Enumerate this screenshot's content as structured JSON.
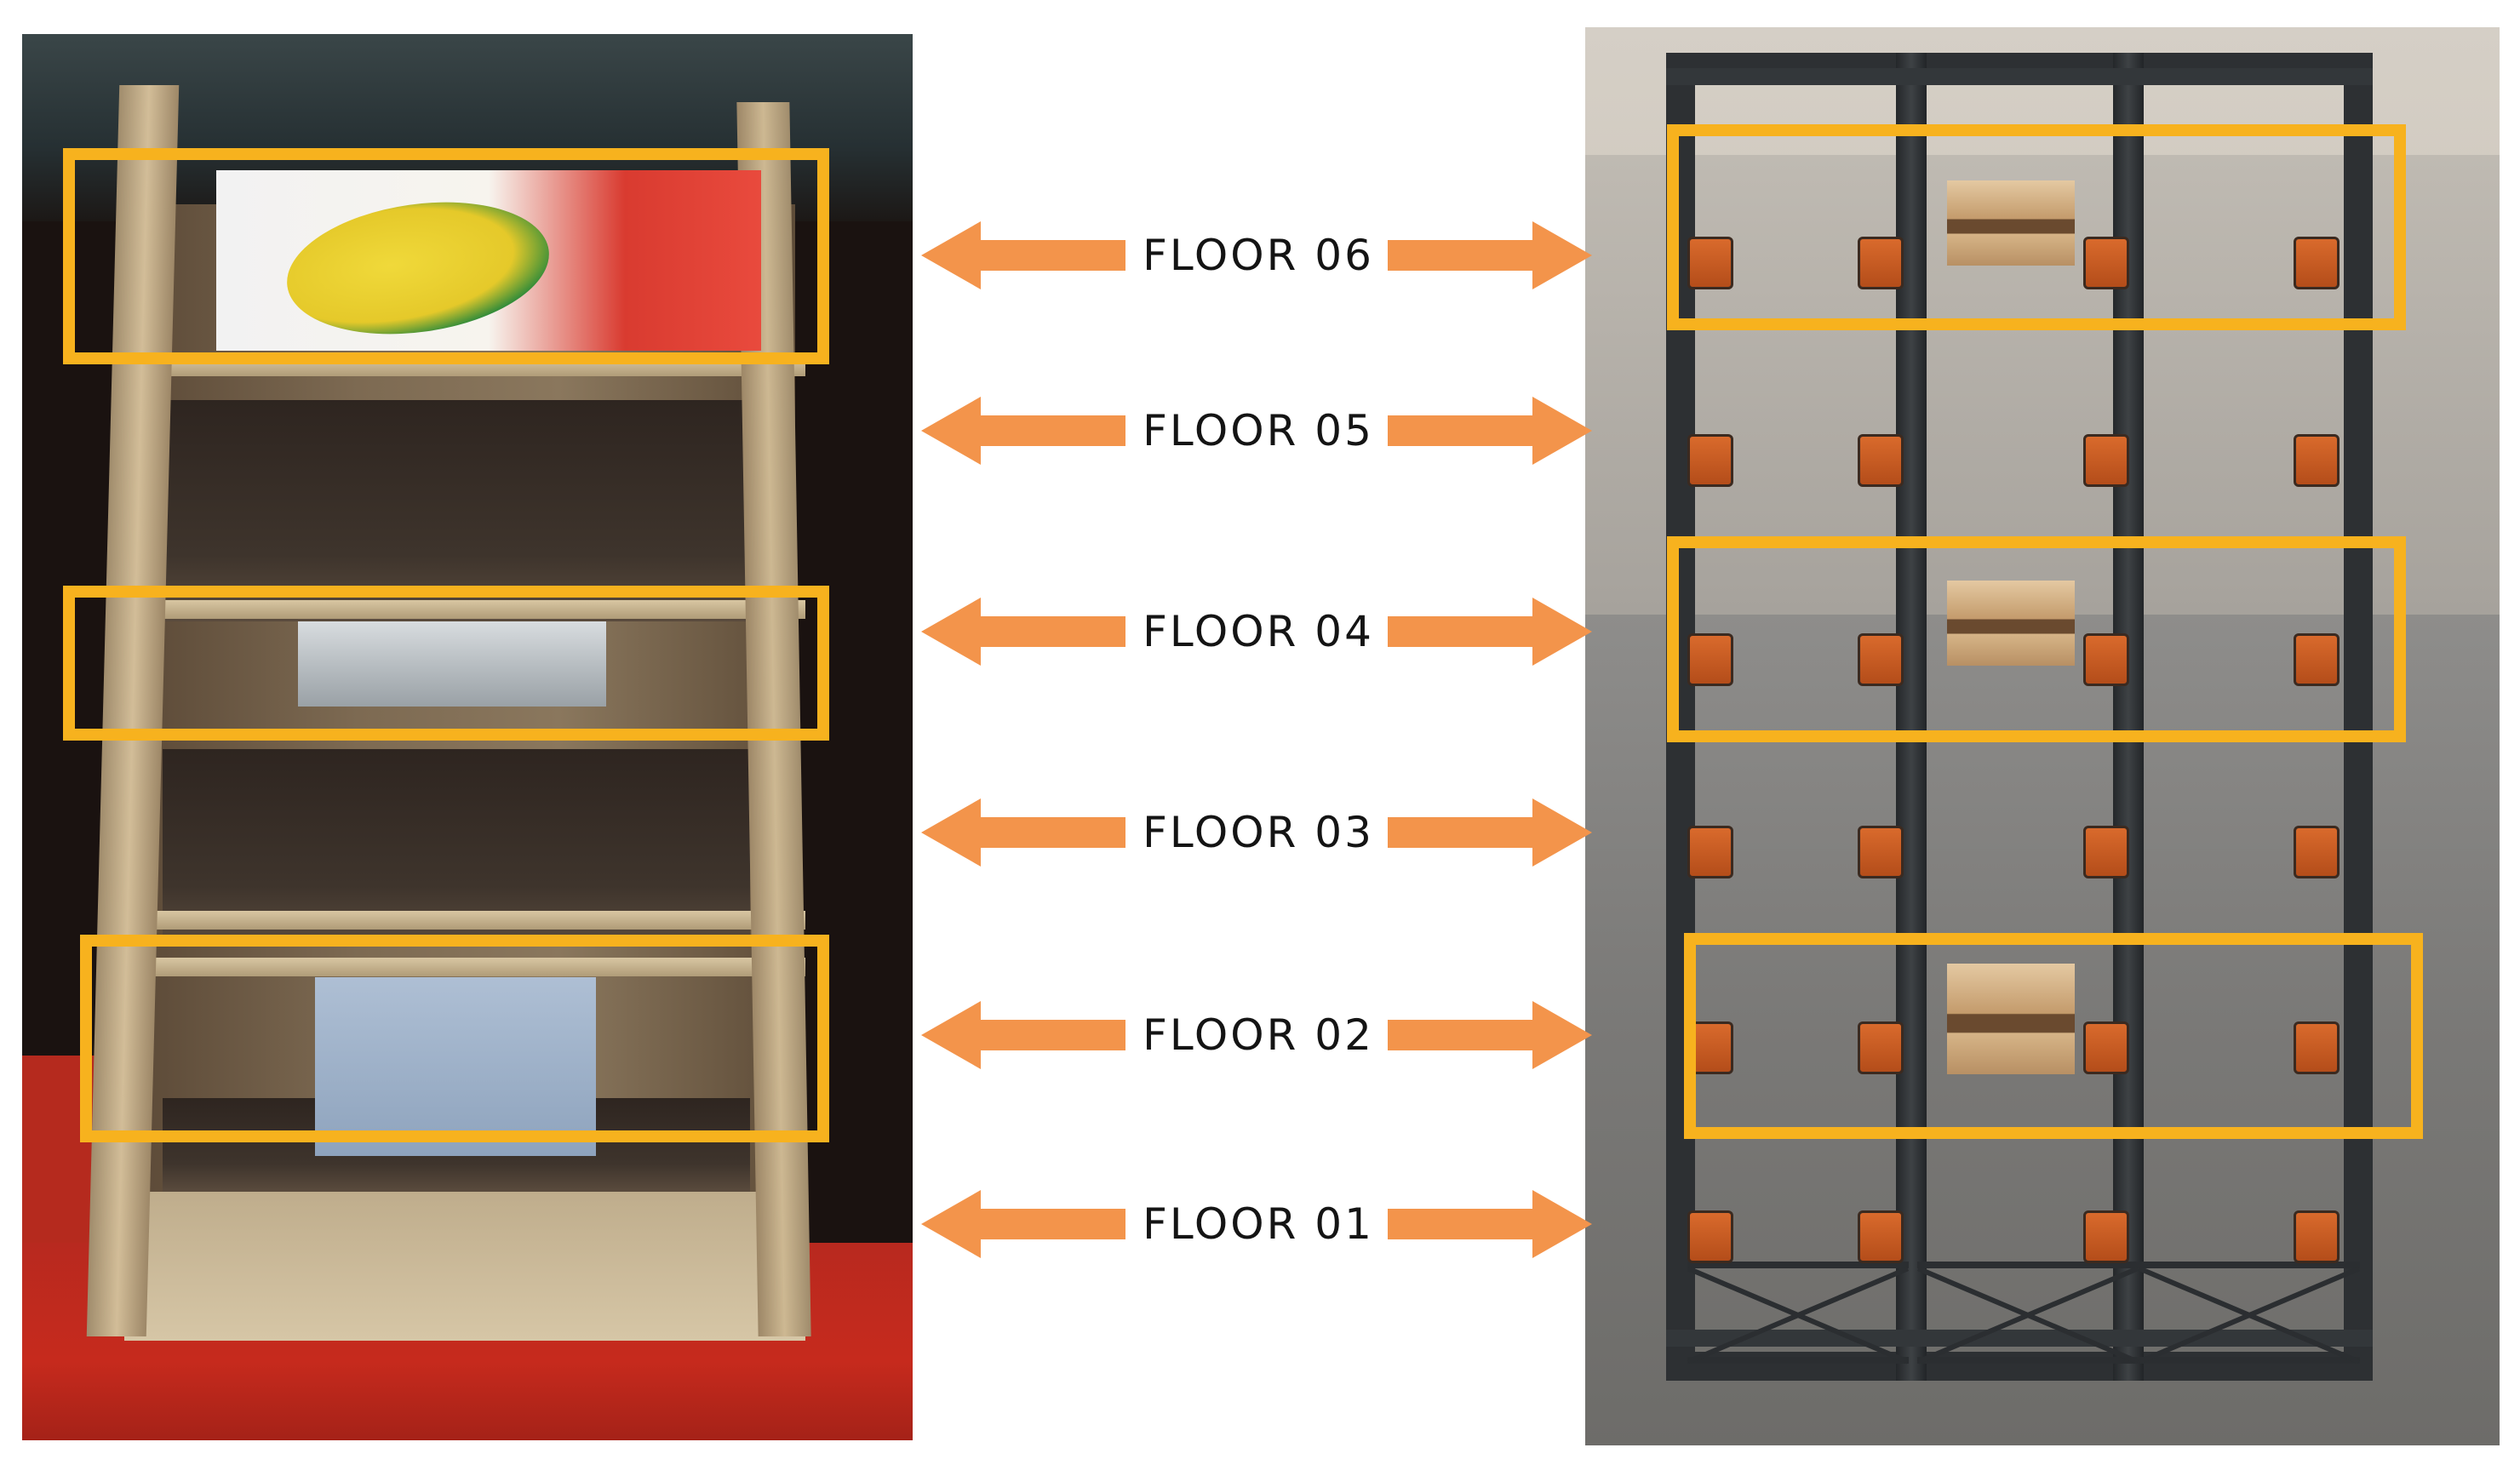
{
  "colors": {
    "highlight": "#f7b21e",
    "arrow": "#f3944b",
    "label_text": "#141414",
    "background": "#ffffff"
  },
  "left_panel": {
    "content": "photo of a wooden shelf with items on alternating levels"
  },
  "right_panel": {
    "content": "rendered image of a metal rack with orange brackets and cargo on alternating levels"
  },
  "floors": [
    {
      "label": "FLOOR 06",
      "highlighted": true
    },
    {
      "label": "FLOOR 05",
      "highlighted": false
    },
    {
      "label": "FLOOR 04",
      "highlighted": true
    },
    {
      "label": "FLOOR 03",
      "highlighted": false
    },
    {
      "label": "FLOOR 02",
      "highlighted": true
    },
    {
      "label": "FLOOR 01",
      "highlighted": false
    }
  ],
  "icons": {
    "arrow_left": "arrow-left-icon",
    "arrow_right": "arrow-right-icon"
  }
}
